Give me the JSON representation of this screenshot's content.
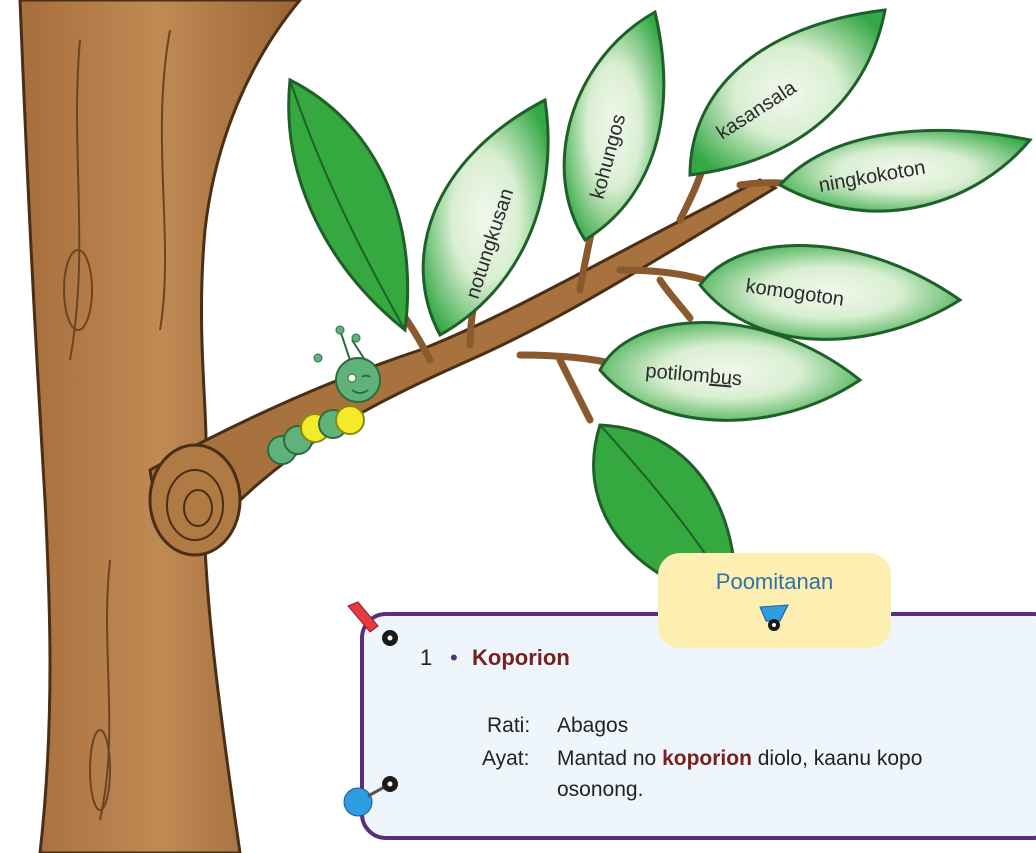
{
  "leaves": {
    "words": [
      "notungkusan",
      "kohungos",
      "kasansala",
      "ningkokoton",
      "komogoton",
      "potilombus"
    ],
    "underlined_segment": "bu"
  },
  "card": {
    "tab_title": "Poomitanan",
    "item_number": "1",
    "item_bullet": "•",
    "word": "Koporion",
    "rati_label": "Rati:",
    "rati_value": "Abagos",
    "ayat_label": "Ayat:",
    "ayat_before": "Mantad no ",
    "ayat_highlight": "koporion",
    "ayat_after": " diolo, kaanu kopo",
    "ayat_line2": "osonong."
  },
  "colors": {
    "card_border": "#5a2d7f",
    "card_bg": "#eef6fb",
    "tab_bg": "#fdefb2",
    "tab_text": "#2f6fab",
    "highlight": "#7a1f1f",
    "leaf_dark": "#2fa33f",
    "leaf_light": "#e9f5e4",
    "bark": "#b07a45"
  },
  "icons": [
    "red-pushpin-icon",
    "blue-pushpin-icon",
    "blue-tab-pin-icon",
    "caterpillar-icon"
  ]
}
